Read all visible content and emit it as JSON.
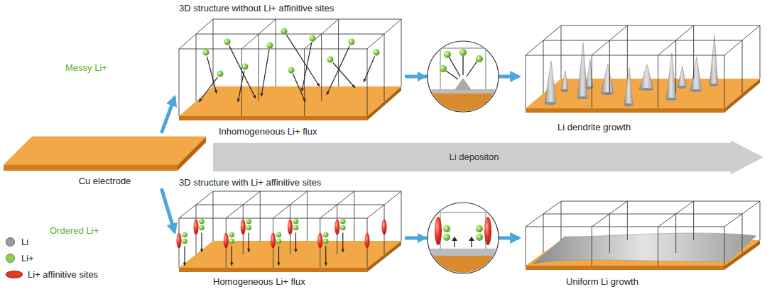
{
  "diagram": {
    "nodes": [
      {
        "text": [
          "Cu electrode"
        ]
      },
      {
        "text": [
          "3D structure without Li+ affinitive sites",
          "Inhomogeneous Li+ flux"
        ]
      },
      {
        "text": [
          "Li dendrite growth"
        ]
      },
      {
        "text": [
          "Li depositon"
        ]
      },
      {
        "text": [
          "3D structure with Li+ affinitive sites",
          "Homogeneous Li+ flux"
        ]
      },
      {
        "text": [
          "Uniform Li growth"
        ]
      }
    ],
    "edges": [
      {
        "from": 0,
        "to": 1,
        "arrow": "to"
      },
      {
        "from": 0,
        "to": 4,
        "arrow": "to"
      },
      {
        "from": 1,
        "to": 2,
        "arrow": "to"
      },
      {
        "from": 4,
        "to": 5,
        "arrow": "to"
      }
    ],
    "labels": [
      "Messy Li+",
      "Ordered Li+"
    ],
    "legend": [
      {
        "text": "Li",
        "color": "#9a9a9a"
      },
      {
        "text": "Li+",
        "color": "#8ed14f"
      },
      {
        "text": "Li+ affinitive sites",
        "color": "#e8372a"
      }
    ]
  }
}
